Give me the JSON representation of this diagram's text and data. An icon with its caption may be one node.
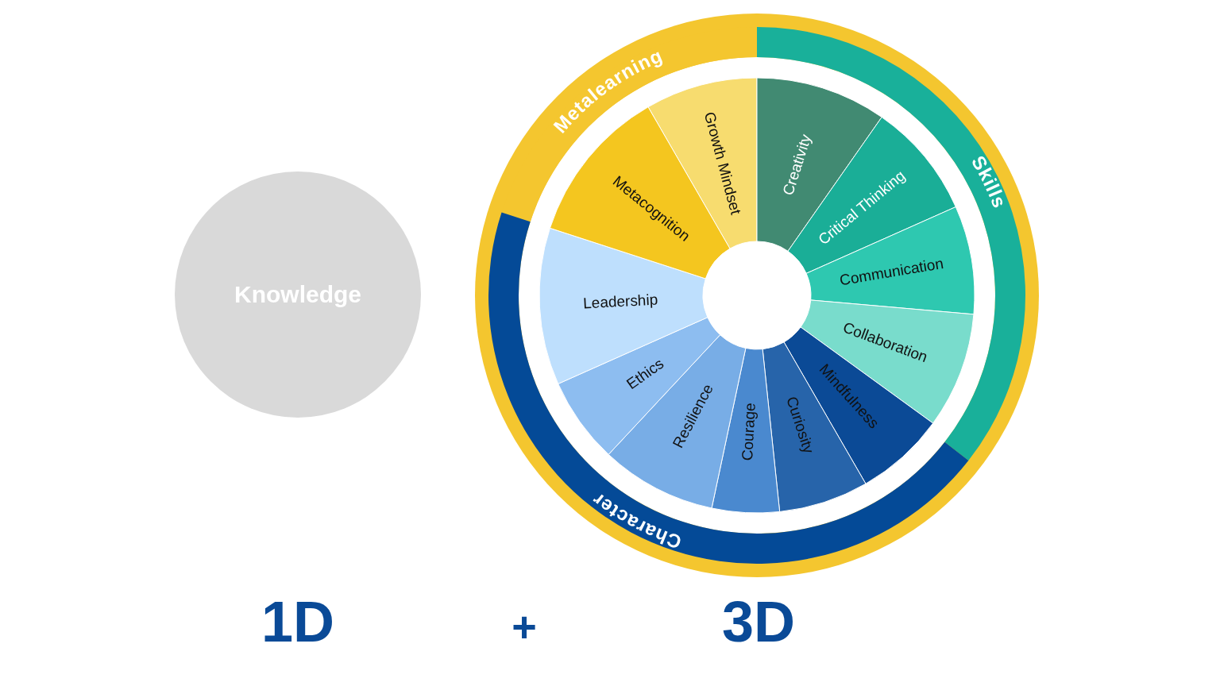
{
  "diagram": {
    "nodes": [
      {
        "text": [
          "Knowledge"
        ]
      },
      {
        "text": [
          "Metalearning"
        ]
      },
      {
        "text": [
          "Skills"
        ]
      },
      {
        "text": [
          "Character"
        ]
      },
      {
        "text": [
          "Growth Mindset"
        ]
      },
      {
        "text": [
          "Creativity"
        ]
      },
      {
        "text": [
          "Critical Thinking"
        ]
      },
      {
        "text": [
          "Communication"
        ]
      },
      {
        "text": [
          "Collaboration"
        ]
      },
      {
        "text": [
          "Mindfulness"
        ]
      },
      {
        "text": [
          "Curiosity"
        ]
      },
      {
        "text": [
          "Courage"
        ]
      },
      {
        "text": [
          "Resilience"
        ]
      },
      {
        "text": [
          "Ethics"
        ]
      },
      {
        "text": [
          "Leadership"
        ]
      },
      {
        "text": [
          "Metacognition"
        ]
      }
    ],
    "edges": [],
    "labels": [
      "1D",
      "+",
      "3D"
    ]
  }
}
